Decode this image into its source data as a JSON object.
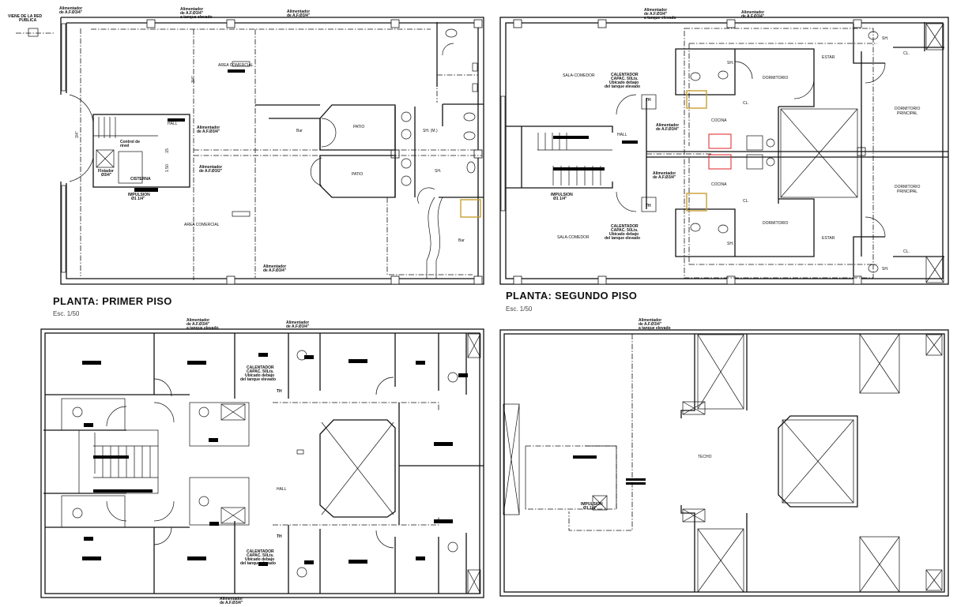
{
  "drawing": {
    "colors": {
      "lines": "#111111",
      "gas_fixture": "#e02020",
      "water_heater_box": "#c8a030",
      "background": "#ffffff"
    },
    "plans": [
      {
        "title": "PLANTA: PRIMER PISO",
        "scale": "Esc. 1/50",
        "labels": {
          "red_publica_1": "VIENE DE LA RED",
          "red_publica_2": "PUBLICA",
          "alim_a1": "Alimentador",
          "alim_a2": "de A.F.Ø3/4\"",
          "alim_b1": "Alimentador",
          "alim_b2": "de A.F.Ø3/4\"",
          "alim_b3": "a tanque elevado",
          "alim_c1": "Alimentador",
          "alim_c2": "de A.F.Ø3/4\"",
          "area_comercial_top": "AREA COMERCIAL",
          "area_comercial_bottom": "AREA COMERCIAL",
          "hall": "HALL",
          "alim_d1": "Alimentador",
          "alim_d2": "de A.F.Ø3/4\"",
          "alim_e1": "Alimentador",
          "alim_e2": "de A.F.Ø3/2\"",
          "control_1": "Control de",
          "control_2": "nivel",
          "flotador_1": "Flotador",
          "flotador_2": "Ø3/4\"",
          "cisterna": "CISTERNA",
          "impulsion_1": "IMPULSION",
          "impulsion_2": "Ø1 1/4\"",
          "bar_top": "Bar",
          "patio_top": "PATIO",
          "patio_bottom": "PATIO",
          "sh_m": "SH. (M.)",
          "sh": "SH.",
          "bar_bottom": "Bar",
          "alim_f1": "Alimentador",
          "alim_f2": "de A.F.Ø3/4\"",
          "dim_34a": "3/4\"",
          "dim_34b": "3/4\"",
          "dim_150": "1.50",
          "dim_15": ".15"
        }
      },
      {
        "title": "PLANTA: SEGUNDO PISO",
        "scale": "Esc. 1/50",
        "labels": {
          "alim_a1": "Alimentador",
          "alim_a2": "de A.F.Ø3/4\"",
          "alim_a3": "a tanque elevado",
          "alim_b1": "Alimentador",
          "alim_b2": "de A.F.Ø3/4\"",
          "sala_top": "SALA-COMEDOR",
          "sala_bottom": "SALA-COMEDOR",
          "cal_top_1": "CALENTADOR",
          "cal_top_2": "CAPAC. 50Lts.",
          "cal_top_3": "Ubicado debajo",
          "cal_top_4": "del tanque elevado",
          "cal_bot_1": "CALENTADOR",
          "cal_bot_2": "CAPAC. 50Lts.",
          "cal_bot_3": "Ubicado debajo",
          "cal_bot_4": "del tanque elevado",
          "hall": "HALL",
          "alim_c1": "Alimentador",
          "alim_c2": "de A.F.Ø3/4\"",
          "alim_d1": "Alimentador",
          "alim_d2": "de A.F.Ø3/4\"",
          "impulsion_1": "IMPULSION",
          "impulsion_2": "Ø1 1/4\"",
          "cocina_top": "COCINA",
          "cocina_bottom": "COCINA",
          "dorm_top": "DORMITORIO",
          "dorm_bottom": "DORMITORIO",
          "dorm_p_top_1": "DORMITORIO",
          "dorm_p_top_2": "PRINCIPAL",
          "dorm_p_bot_1": "DORMITORIO",
          "dorm_p_bot_2": "PRINCIPAL",
          "estar_top": "ESTAR",
          "estar_bottom": "ESTAR",
          "sh_1": "SH.",
          "sh_2": "SH.",
          "sh_3": "SH.",
          "sh_4": "SH.",
          "cl_1": "CL.",
          "cl_2": "CL.",
          "cl_3": "CL.",
          "cl_4": "CL.",
          "th_top": "TH",
          "th_bottom": "TH"
        }
      },
      {
        "labels": {
          "alim_a1": "Alimentador",
          "alim_a2": "de A.F.Ø3/4\"",
          "alim_a3": "a tanque elevado",
          "alim_b1": "Alimentador",
          "alim_b2": "de A.F.Ø3/4\"",
          "cal_top_1": "CALENTADOR",
          "cal_top_2": "CAPAC. 50Lts.",
          "cal_top_3": "Ubicado debajo",
          "cal_top_4": "del tanque elevado",
          "cal_bot_1": "CALENTADOR",
          "cal_bot_2": "CAPAC. 50Lts.",
          "cal_bot_3": "Ubicado debajo",
          "cal_bot_4": "del tanque elevado",
          "th_top": "TH",
          "th_bottom": "TH",
          "hall": "HALL",
          "alim_c1": "Alimentador",
          "alim_c2": "de A.F.Ø3/4\""
        }
      },
      {
        "labels": {
          "alim_a1": "Alimentador",
          "alim_a2": "de A.F.Ø3/4\"",
          "alim_a3": "a tanque elevado",
          "techo": "TECHO",
          "impulsion_1": "IMPULSION",
          "impulsion_2": "Ø1 1/4\""
        }
      }
    ]
  }
}
